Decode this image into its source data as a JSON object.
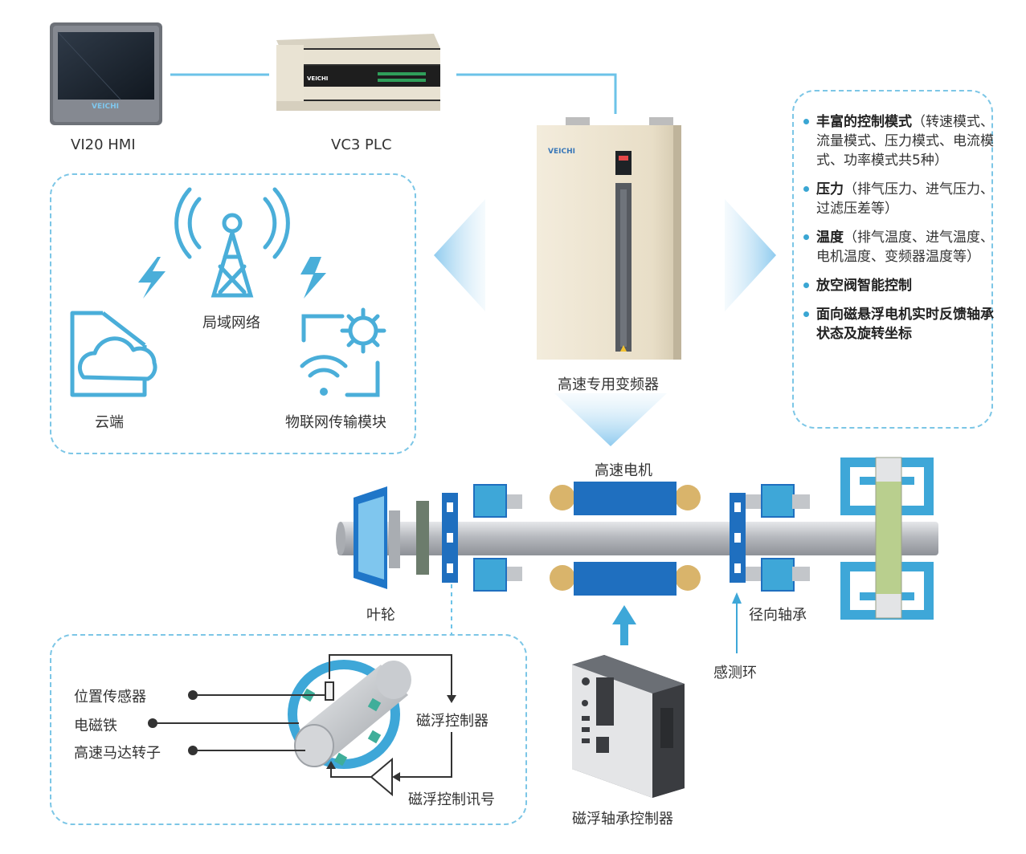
{
  "labels": {
    "hmi": "VI20 HMI",
    "plc": "VC3 PLC",
    "inverter": "高速专用变频器",
    "lan": "局域网络",
    "cloud": "云端",
    "iot": "物联网传输模块",
    "motor": "高速电机",
    "impeller": "叶轮",
    "radial_bearing": "径向轴承",
    "sensing_ring": "感测环",
    "bearing_controller": "磁浮轴承控制器",
    "position_sensor": "位置传感器",
    "electromagnet": "电磁铁",
    "rotor": "高速马达转子",
    "maglev_controller": "磁浮控制器",
    "maglev_signal": "磁浮控制讯号",
    "hmi_brand": "VEICHI",
    "plc_brand": "VEICHI",
    "inverter_brand": "VEICHI"
  },
  "features": [
    {
      "title": "丰富的控制模式",
      "detail": "（转速模式、流量模式、压力模式、电流模式、功率模式共5种）"
    },
    {
      "title": "压力",
      "detail": "（排气压力、进气压力、过滤压差等）"
    },
    {
      "title": "温度",
      "detail": "（排气温度、进气温度、电机温度、变频器温度等）"
    },
    {
      "title": "放空阀智能控制",
      "detail": ""
    },
    {
      "title": "面向磁悬浮电机实时反馈轴承状态及旋转坐标",
      "detail": ""
    }
  ],
  "colors": {
    "accent": "#3aa6d3",
    "dash": "#7cc6e6",
    "motor_blue": "#1f6fbf",
    "bearing_blue": "#3ea7d8",
    "shaft_gray": "#b9bcc1",
    "inverter_beige": "#ece3cf"
  }
}
